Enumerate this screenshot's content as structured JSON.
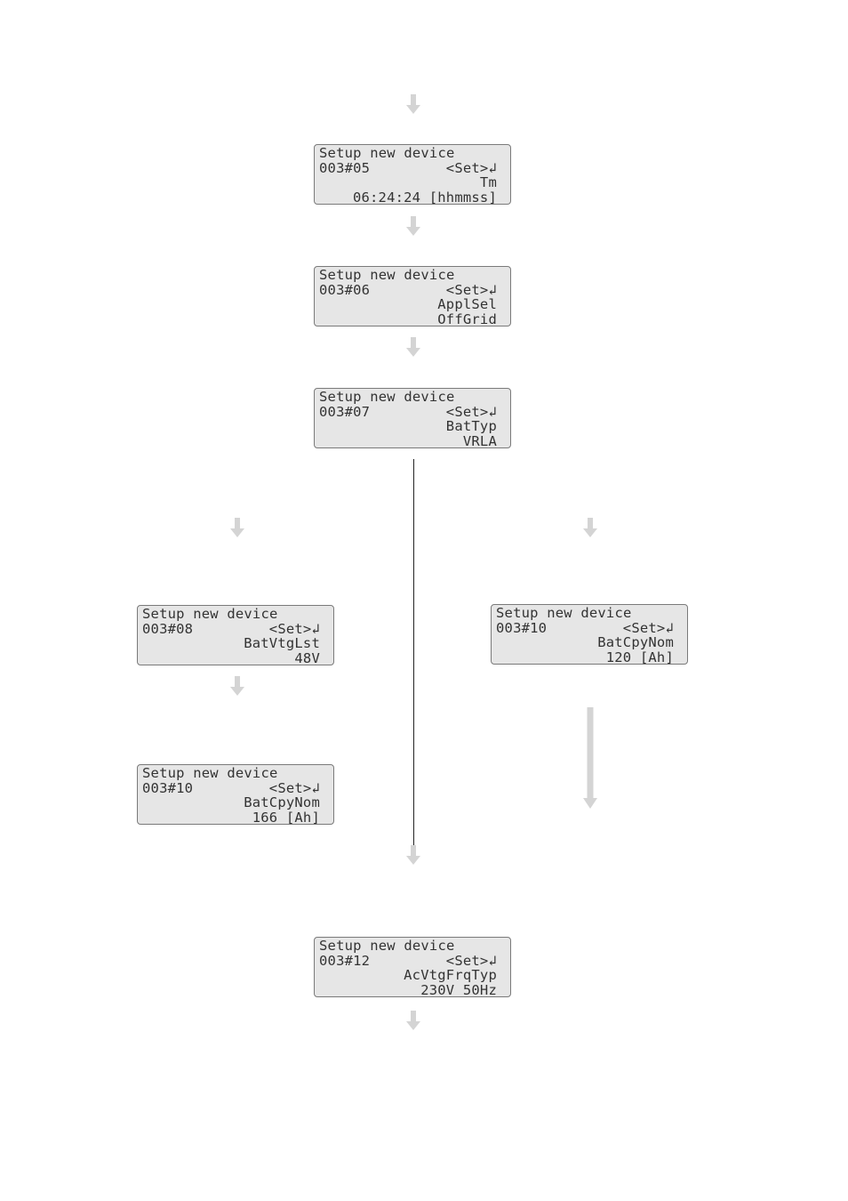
{
  "screens": [
    {
      "title": "Setup new device",
      "id": "003#05",
      "action": "<Set>↲",
      "param": "Tm",
      "value": "06:24:24 [hhmmss]"
    },
    {
      "title": "Setup new device",
      "id": "003#06",
      "action": "<Set>↲",
      "param": "ApplSel",
      "value": "OffGrid"
    },
    {
      "title": "Setup new device",
      "id": "003#07",
      "action": "<Set>↲",
      "param": "BatTyp",
      "value": "VRLA"
    },
    {
      "title": "Setup new device",
      "id": "003#08",
      "action": "<Set>↲",
      "param": "BatVtgLst",
      "value": "48V"
    },
    {
      "title": "Setup new device",
      "id": "003#10",
      "action": "<Set>↲",
      "param": "BatCpyNom",
      "value": "120 [Ah]"
    },
    {
      "title": "Setup new device",
      "id": "003#10",
      "action": "<Set>↲",
      "param": "BatCpyNom",
      "value": "166 [Ah]"
    },
    {
      "title": "Setup new device",
      "id": "003#12",
      "action": "<Set>↲",
      "param": "AcVtgFrqTyp",
      "value": "230V_50Hz"
    }
  ],
  "colors": {
    "lcd_bg": "#e6e6e6",
    "lcd_border": "#7a7a7a",
    "arrow": "#d4d4d4",
    "line": "#222222"
  }
}
